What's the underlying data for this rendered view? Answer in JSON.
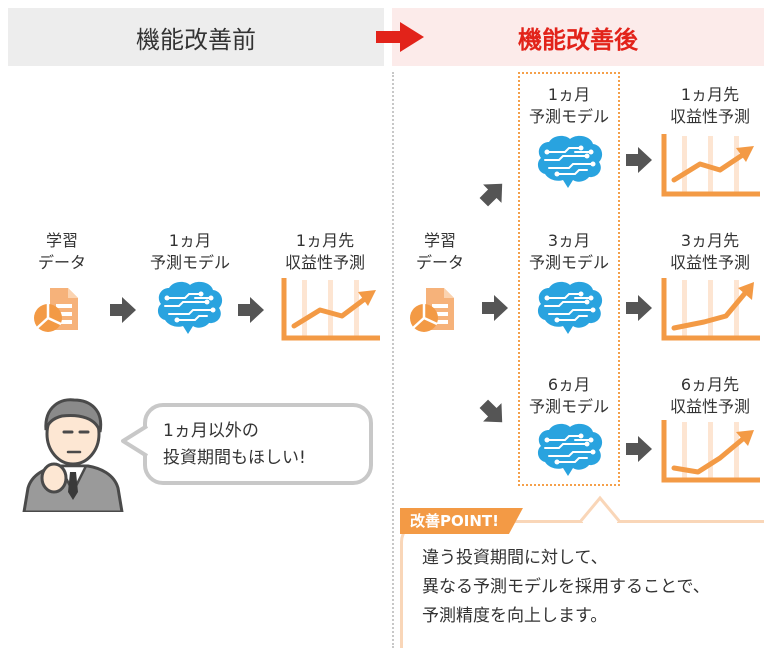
{
  "header": {
    "before": "機能改善前",
    "after": "機能改善後"
  },
  "before": {
    "training_data": {
      "line1": "学習",
      "line2": "データ"
    },
    "model": {
      "line1": "1ヵ月",
      "line2": "予測モデル"
    },
    "forecast": {
      "line1": "1ヵ月先",
      "line2": "収益性予測"
    },
    "speech": {
      "line1": "1ヵ月以外の",
      "line2": "投資期間もほしい!"
    }
  },
  "after": {
    "training_data": {
      "line1": "学習",
      "line2": "データ"
    },
    "rows": [
      {
        "model_line1": "1ヵ月",
        "model_line2": "予測モデル",
        "forecast_line1": "1ヵ月先",
        "forecast_line2": "収益性予測"
      },
      {
        "model_line1": "3ヵ月",
        "model_line2": "予測モデル",
        "forecast_line1": "3ヵ月先",
        "forecast_line2": "収益性予測"
      },
      {
        "model_line1": "6ヵ月",
        "model_line2": "予測モデル",
        "forecast_line1": "6ヵ月先",
        "forecast_line2": "収益性予測"
      }
    ]
  },
  "point": {
    "badge": "改善POINT!",
    "line1": "違う投資期間に対して、",
    "line2": "異なる予測モデルを採用することで、",
    "line3": "予測精度を向上します。"
  },
  "colors": {
    "accent_red": "#e2231a",
    "brain_blue": "#29a3df",
    "chart_orange": "#f39a45",
    "arrow_gray": "#555555"
  }
}
